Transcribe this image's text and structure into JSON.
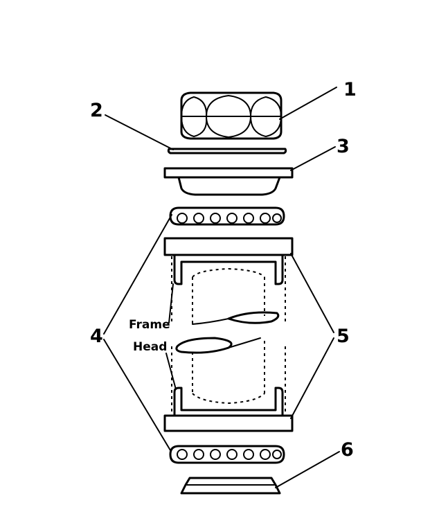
{
  "figure": {
    "callouts": [
      {
        "id": "1",
        "label": "1"
      },
      {
        "id": "2",
        "label": "2"
      },
      {
        "id": "3",
        "label": "3"
      },
      {
        "id": "4",
        "label": "4"
      },
      {
        "id": "5",
        "label": "5"
      },
      {
        "id": "6",
        "label": "6"
      }
    ],
    "frame_head_label": [
      "Frame",
      "Head"
    ]
  }
}
